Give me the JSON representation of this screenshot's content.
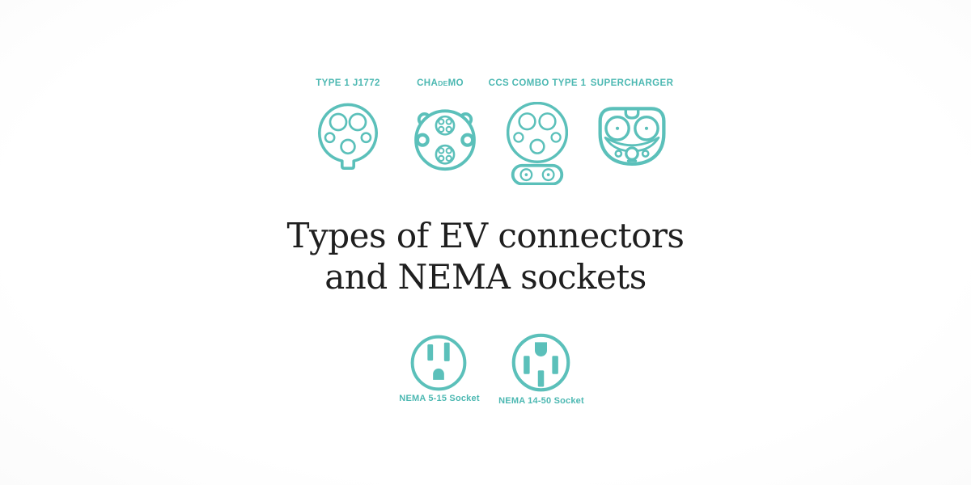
{
  "colors": {
    "icon": "#5bc0ba",
    "label": "#4cb8b2",
    "title": "#1f1f1f",
    "bg": "#ffffff"
  },
  "title": {
    "line1": "Types of EV connectors",
    "line2": "and NEMA sockets"
  },
  "connectors": [
    {
      "label": "TYPE 1 J1772"
    },
    {
      "label": "CHAdeMO",
      "label_parts": [
        "CHA",
        "de",
        "MO"
      ]
    },
    {
      "label": "CCS COMBO TYPE 1"
    },
    {
      "label": "SUPERCHARGER"
    }
  ],
  "sockets": [
    {
      "label": "NEMA 5-15 Socket"
    },
    {
      "label": "NEMA 14-50 Socket"
    }
  ]
}
